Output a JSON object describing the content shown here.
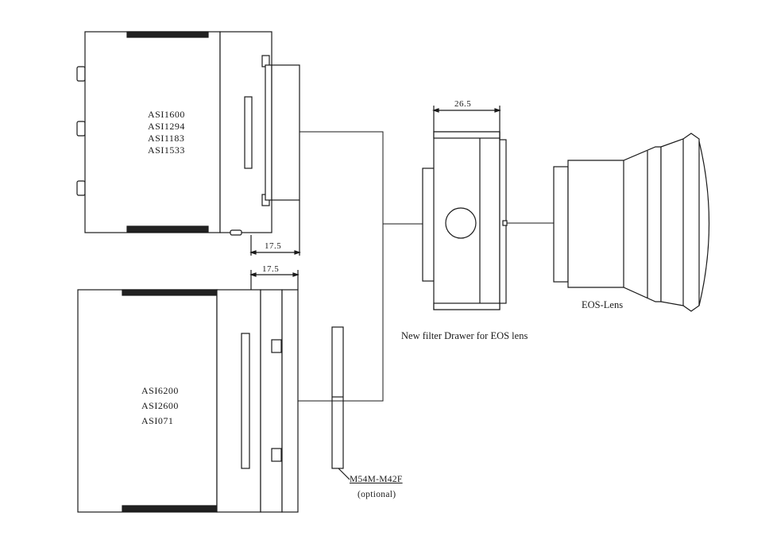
{
  "colors": {
    "line": "#1a1a1a",
    "fill": "#ffffff",
    "dark": "#222222"
  },
  "camera_top": {
    "models": [
      "ASI1600",
      "ASI1294",
      "ASI1183",
      "ASI1533"
    ],
    "dimension": "17.5"
  },
  "camera_bottom": {
    "models": [
      "ASI6200",
      "ASI2600",
      "ASI071"
    ],
    "dimension": "17.5"
  },
  "filter_drawer": {
    "dimension": "26.5",
    "caption": "New filter Drawer for EOS lens"
  },
  "lens": {
    "label": "EOS-Lens"
  },
  "adapter": {
    "part_number": "M54M-M42F",
    "note": "(optional)"
  }
}
